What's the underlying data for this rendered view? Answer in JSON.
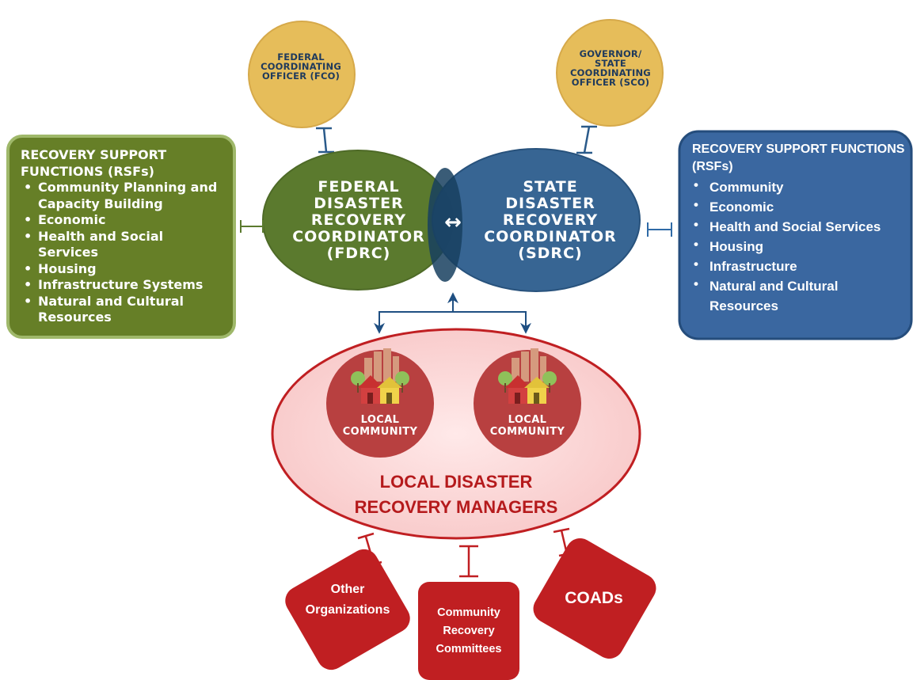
{
  "officers": {
    "fco": "FEDERAL COORDINATING OFFICER (FCO)",
    "sco": "GOVERNOR/ STATE COORDINATING OFFICER (SCO)"
  },
  "coordinators": {
    "fdrc": "FEDERAL DISASTER RECOVERY COORDINATOR (FDRC)",
    "sdrc": "STATE DISASTER RECOVERY COORDINATOR (SDRC)",
    "link_symbol": "↔"
  },
  "rsf_left": {
    "title": "RECOVERY SUPPORT FUNCTIONS (RSFs)",
    "items": [
      "Community Planning and Capacity Building",
      "Economic",
      "Health and Social Services",
      "Housing",
      "Infrastructure Systems",
      "Natural and Cultural Resources"
    ]
  },
  "rsf_right": {
    "title": "RECOVERY SUPPORT FUNCTIONS (RSFs)",
    "items": [
      "Community",
      "Economic",
      "Health and Social Services",
      "Housing",
      "Infrastructure",
      "Natural and Cultural Resources"
    ]
  },
  "local": {
    "community_1": "LOCAL COMMUNITY",
    "community_2": "LOCAL COMMUNITY",
    "managers": "LOCAL DISASTER RECOVERY MANAGERS"
  },
  "partners": {
    "other_orgs": "Other Organizations",
    "committees": "Community Recovery Committees",
    "coads": "COADs"
  },
  "colors": {
    "officer_gold": "#e6bd5a",
    "federal_green": "#5b7a2e",
    "state_blue": "#2f5f8f",
    "local_red": "#c01f22",
    "text_navy": "#1f3a5c"
  }
}
